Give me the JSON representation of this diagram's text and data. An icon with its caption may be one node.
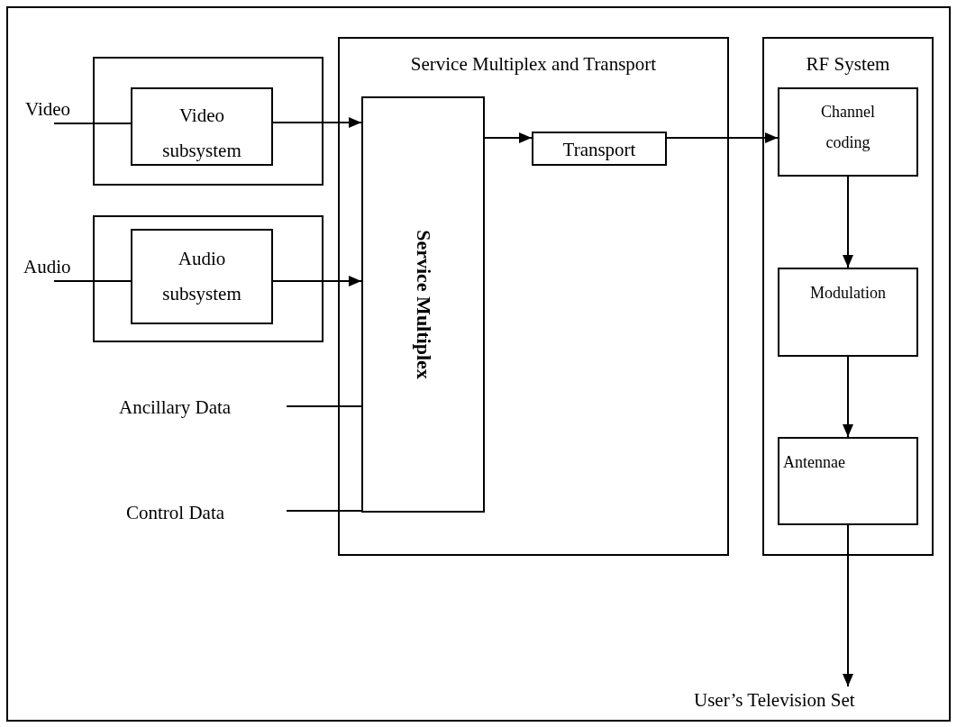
{
  "diagram": {
    "nodes": [
      {
        "text": [],
        "shape": "box"
      },
      {
        "text": [
          "Video subsystem"
        ],
        "in": 0
      },
      {
        "text": [],
        "shape": "box"
      },
      {
        "text": [
          "Audio subsystem"
        ],
        "in": 2
      },
      {
        "text": [
          "Service Multiplex and Transport"
        ]
      },
      {
        "text": [
          "Service Multiplex"
        ],
        "in": 4
      },
      {
        "text": [
          "Transport"
        ],
        "in": 4
      },
      {
        "text": [
          "RF System"
        ]
      },
      {
        "text": [
          "Channel coding"
        ],
        "in": 7
      },
      {
        "text": [
          "Modulation"
        ],
        "in": 7
      },
      {
        "text": [
          "Antennae"
        ],
        "in": 7
      },
      {
        "text": [
          "Video"
        ]
      },
      {
        "text": [
          "Audio"
        ]
      },
      {
        "text": [
          "Ancillary Data"
        ]
      },
      {
        "text": [
          "Control Data"
        ]
      },
      {
        "text": [
          "User’s Television Set"
        ]
      }
    ],
    "edges": [
      {
        "from": 11,
        "to": 1,
        "arrow": "none"
      },
      {
        "from": 12,
        "to": 3,
        "arrow": "none"
      },
      {
        "from": 1,
        "to": 5,
        "arrow": "to"
      },
      {
        "from": 3,
        "to": 5,
        "arrow": "to"
      },
      {
        "from": 13,
        "to": 5,
        "arrow": "none"
      },
      {
        "from": 14,
        "to": 5,
        "arrow": "none"
      },
      {
        "from": 5,
        "to": 6,
        "arrow": "to"
      },
      {
        "from": 6,
        "to": 8,
        "arrow": "to"
      },
      {
        "from": 8,
        "to": 9,
        "arrow": "to"
      },
      {
        "from": 9,
        "to": 10,
        "arrow": "to"
      },
      {
        "from": 10,
        "to": 15,
        "arrow": "to"
      }
    ]
  }
}
